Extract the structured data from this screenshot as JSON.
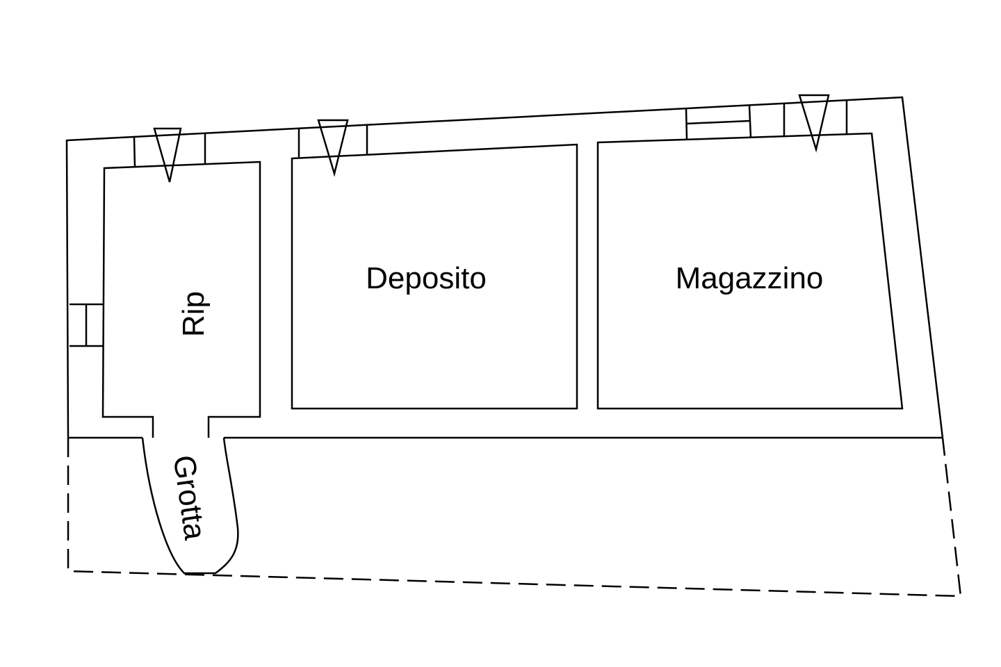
{
  "plan": {
    "rooms": [
      {
        "id": "rip",
        "label": "Rip"
      },
      {
        "id": "deposito",
        "label": "Deposito"
      },
      {
        "id": "magazzino",
        "label": "Magazzino"
      },
      {
        "id": "grotta",
        "label": "Grotta"
      }
    ],
    "colors": {
      "line": "#000000",
      "background": "#ffffff"
    }
  }
}
